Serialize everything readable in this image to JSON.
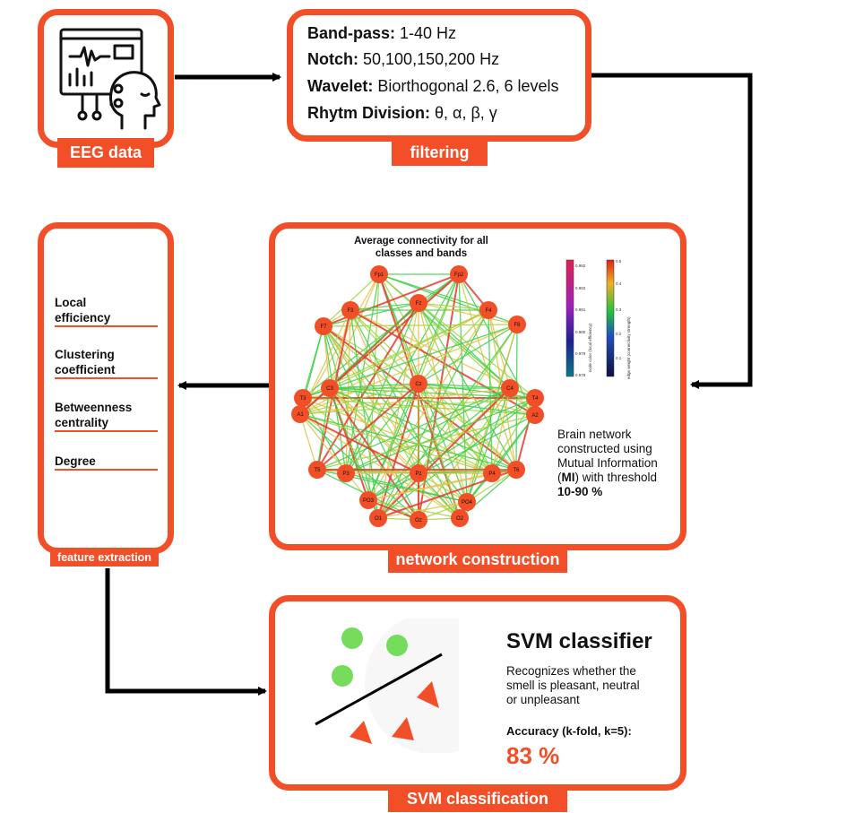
{
  "eeg": {
    "label": "EEG data",
    "icon": "eeg-monitor-head-icon"
  },
  "filtering": {
    "label": "filtering",
    "lines": [
      {
        "key": "Band-pass:",
        "value": "1-40 Hz"
      },
      {
        "key": "Notch:",
        "value": "50,100,150,200 Hz"
      },
      {
        "key": "Wavelet:",
        "value": "Biorthogonal 2.6, 6 levels"
      },
      {
        "key": "Rhytm Division:",
        "value": "θ, α, β, γ"
      }
    ]
  },
  "network": {
    "label": "network construction",
    "graph_title_1": "Average connectivity for all",
    "graph_title_2": "classes and bands",
    "nodes": [
      "Fp1",
      "Fp2",
      "F7",
      "F3",
      "Fz",
      "F4",
      "F8",
      "T3",
      "C3",
      "Cz",
      "C4",
      "T4",
      "A1",
      "A2",
      "T5",
      "P3",
      "Pz",
      "P4",
      "T6",
      "PO3",
      "PO4",
      "O1",
      "Oz",
      "O2"
    ],
    "colorbar_node": {
      "label": "node color (local efficiency)",
      "ticks": [
        "0.982",
        "0.982",
        "0.981",
        "0.980",
        "0.979",
        "0.978"
      ]
    },
    "colorbar_edge": {
      "label": "edge weight (connectivity strength)",
      "ticks": [
        "0.5",
        "0.4",
        "0.3",
        "0.2",
        "0.1"
      ]
    },
    "desc_1": "Brain network",
    "desc_2": "constructed using",
    "desc_3": "Mutual Information",
    "desc_4_open": "(",
    "desc_4_bold": "MI",
    "desc_4_rest": ") with threshold",
    "desc_5": "10-90 %"
  },
  "features": {
    "label": "feature extraction",
    "items": [
      {
        "line1": "Local",
        "line2": "efficiency"
      },
      {
        "line1": "Clustering",
        "line2": "coefficient"
      },
      {
        "line1": "Betweenness",
        "line2": "centrality"
      },
      {
        "line1": "Degree",
        "line2": ""
      }
    ]
  },
  "svm": {
    "label": "SVM classification",
    "title": "SVM classifier",
    "desc_1": "Recognizes whether the",
    "desc_2": "smell is pleasant, neutral",
    "desc_3": "or unpleasant",
    "accuracy_label": "Accuracy (k-fold, k=5):",
    "accuracy_value": "83 %"
  },
  "colors": {
    "accent": "#f24f28",
    "node": "#f24f28",
    "circle": "#76dd5c",
    "arrow": "#000000"
  }
}
